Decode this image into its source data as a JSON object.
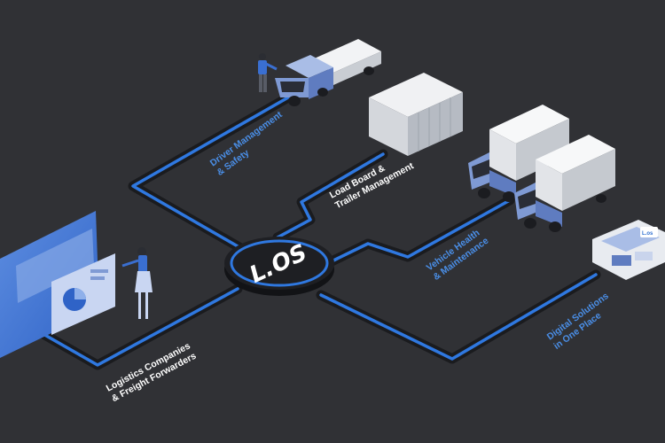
{
  "hub": {
    "label": "L.OS"
  },
  "nodes": {
    "driver": {
      "line1": "Driver Management",
      "line2": "& Safety"
    },
    "loadboard": {
      "line1": "Load Board &",
      "line2": "Trailer Management"
    },
    "vehicle": {
      "line1": "Vehicle Health",
      "line2": "& Maintenance"
    },
    "digital": {
      "line1": "Digital Solutions",
      "line2": "in One Place"
    },
    "logistics": {
      "line1": "Logistics Companies",
      "line2": "& Freight Forwarders"
    }
  },
  "device": {
    "badge": "L.os"
  },
  "colors": {
    "background": "#303135",
    "path_dark": "#1a1b1e",
    "path_accent": "#2f78e0",
    "label_white": "#ffffff",
    "label_blue": "#4a8ee6",
    "truck_cab": "#8fa9dc",
    "truck_box": "#eef0f2"
  }
}
